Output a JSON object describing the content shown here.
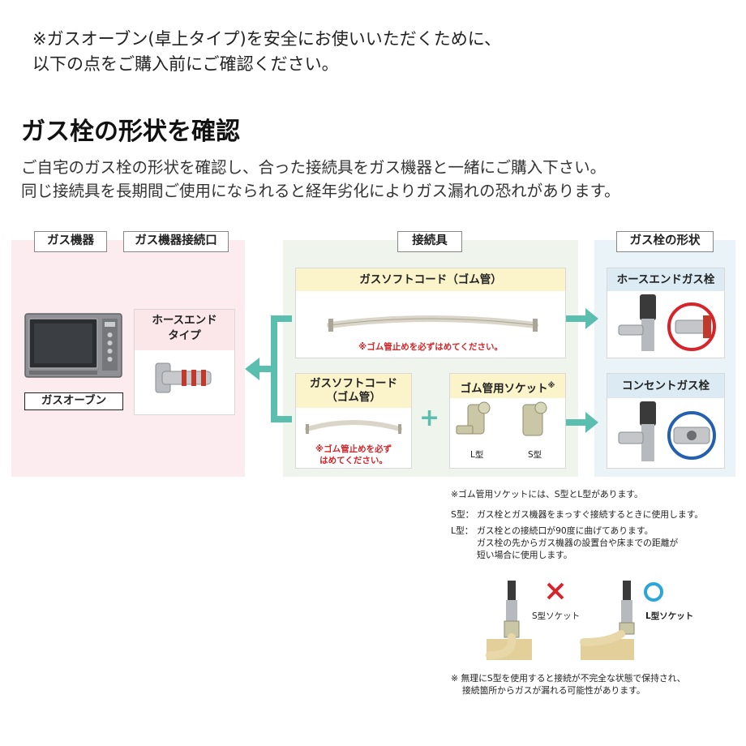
{
  "intro": {
    "line1": "※ガスオーブン(卓上タイプ)を安全にお使いいただくために、",
    "line2": "以下の点をご購入前にご確認ください。"
  },
  "heading": "ガス栓の形状を確認",
  "description": {
    "line1": "ご自宅のガス栓の形状を確認し、合った接続具をガス機器と一緒にご購入下さい。",
    "line2": "同じ接続具を長期間ご使用になられると経年劣化によりガス漏れの恐れがあります。"
  },
  "left_panel": {
    "tag_appliance": "ガス機器",
    "tag_port": "ガス機器接続口",
    "oven_label": "ガスオーブン",
    "port_card_line1": "ホースエンド",
    "port_card_line2": "タイプ"
  },
  "middle_panel": {
    "tag": "接続具",
    "top_card_title": "ガスソフトコード（ゴム管）",
    "top_card_note": "※ゴム管止めを必ずはめてください。",
    "bottom_left_title_line1": "ガスソフトコード",
    "bottom_left_title_line2": "（ゴム管）",
    "bottom_left_note_line1": "※ゴム管止めを必ず",
    "bottom_left_note_line2": "はめてください。",
    "plus": "+",
    "socket_title": "ゴム管用ソケット",
    "socket_mark": "※",
    "l_type": "L型",
    "s_type": "S型"
  },
  "right_panel": {
    "tag": "ガス栓の形状",
    "top_title": "ホースエンドガス栓",
    "bottom_title": "コンセントガス栓"
  },
  "notes": {
    "socket_note": "※ゴム管用ソケットには、S型とL型があります。",
    "s_key": "S型：",
    "s_text": "ガス栓とガス機器をまっすぐ接続するときに使用します。",
    "l_key": "L型：",
    "l_text1": "ガス栓との接続口が90度に曲げてあります。",
    "l_text2": "ガス栓の先からガス機器の設置台や床までの距離が",
    "l_text3": "短い場合に使用します。",
    "wrong_label": "S型ソケット",
    "right_label": "L型ソケット",
    "warning1": "※ 無理にS型を使用すると接続が不完全な状態で保持され、",
    "warning2": "接続箇所からガスが漏れる可能性があります。"
  },
  "colors": {
    "accent_teal": "#5bbfb0",
    "note_red": "#d4262a",
    "ring_red": "#d9232a",
    "ring_blue": "#2560b0",
    "card_yellow": "#fbf3c9"
  }
}
